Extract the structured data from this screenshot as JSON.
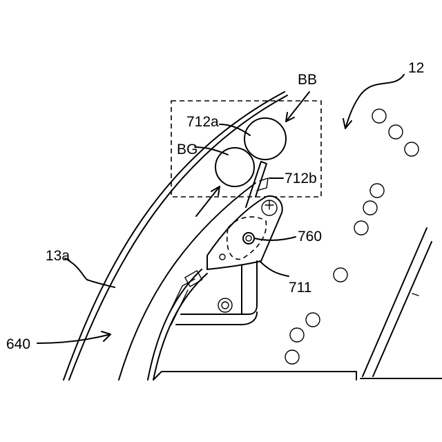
{
  "labels": {
    "BB": "BB",
    "n12": "12",
    "n712a": "712a",
    "BG": "BG",
    "n712b": "712b",
    "n760": "760",
    "n13a": "13a",
    "n711": "711",
    "n640": "640"
  }
}
